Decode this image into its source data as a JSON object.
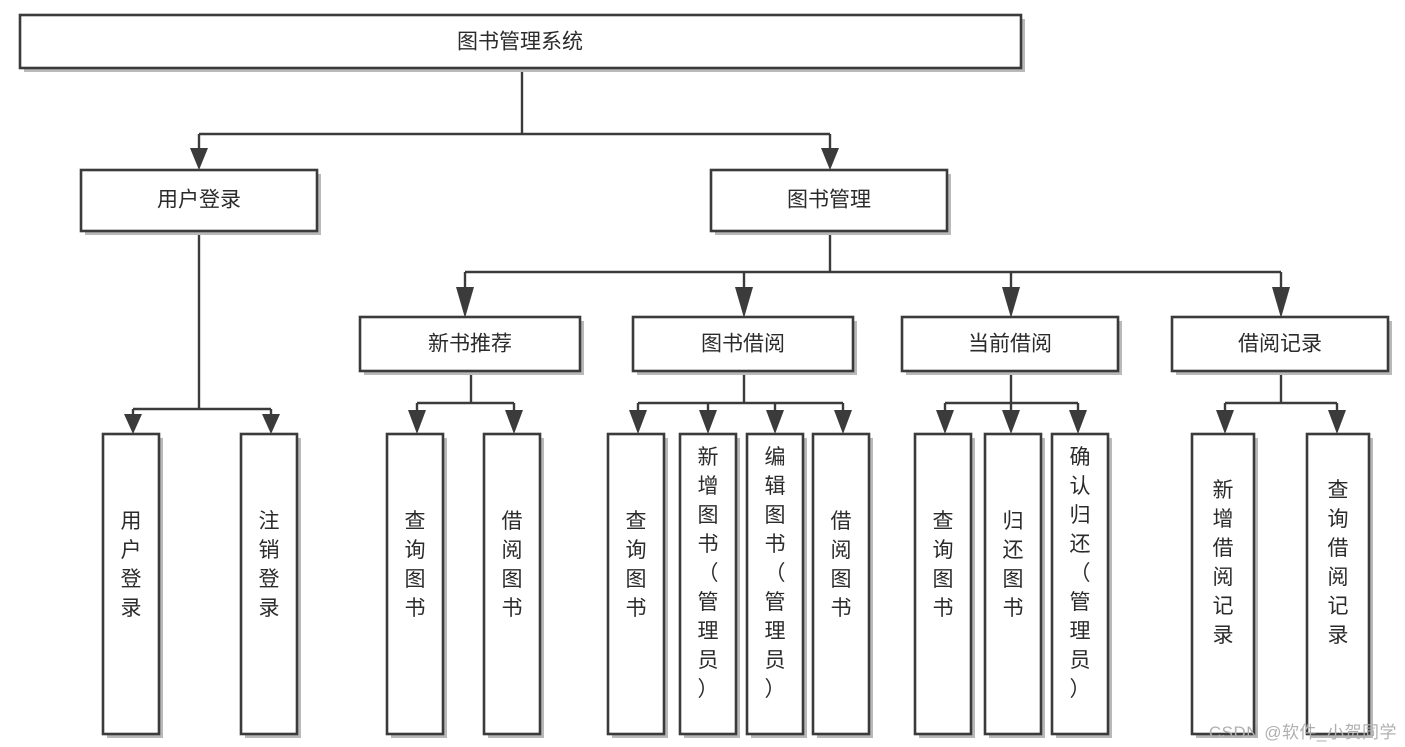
{
  "diagram": {
    "type": "tree",
    "title": "图书管理系统",
    "watermark": "CSDN @软件_小贺同学",
    "colors": {
      "background": "#ffffff",
      "box_stroke": "#3b3b3b",
      "box_fill": "#ffffff",
      "text": "#2b2b2b",
      "shadow": "#b9b9b9",
      "watermark": "#b0b0b0"
    },
    "nodes": {
      "root": {
        "label": "图书管理系统",
        "orientation": "horizontal",
        "level": 0
      },
      "user_login": {
        "label": "用户登录",
        "orientation": "horizontal",
        "level": 1
      },
      "book_manage": {
        "label": "图书管理",
        "orientation": "horizontal",
        "level": 1
      },
      "new_book_rec": {
        "label": "新书推荐",
        "orientation": "horizontal",
        "level": 2
      },
      "book_borrow": {
        "label": "图书借阅",
        "orientation": "horizontal",
        "level": 2
      },
      "current_borrow": {
        "label": "当前借阅",
        "orientation": "horizontal",
        "level": 2
      },
      "borrow_record": {
        "label": "借阅记录",
        "orientation": "horizontal",
        "level": 2
      },
      "leaf_user_login": {
        "label": "用户登录",
        "orientation": "vertical",
        "level": 2
      },
      "leaf_logout": {
        "label": "注销登录",
        "orientation": "vertical",
        "level": 2
      },
      "leaf_query_book_1": {
        "label": "查询图书",
        "orientation": "vertical",
        "level": 3
      },
      "leaf_borrow_book_1": {
        "label": "借阅图书",
        "orientation": "vertical",
        "level": 3
      },
      "leaf_query_book_2": {
        "label": "查询图书",
        "orientation": "vertical",
        "level": 3
      },
      "leaf_add_book": {
        "label": "新增图书（管理员）",
        "orientation": "vertical",
        "level": 3
      },
      "leaf_edit_book": {
        "label": "编辑图书（管理员）",
        "orientation": "vertical",
        "level": 3
      },
      "leaf_borrow_book_2": {
        "label": "借阅图书",
        "orientation": "vertical",
        "level": 3
      },
      "leaf_query_book_3": {
        "label": "查询图书",
        "orientation": "vertical",
        "level": 3
      },
      "leaf_return_book": {
        "label": "归还图书",
        "orientation": "vertical",
        "level": 3
      },
      "leaf_confirm_return": {
        "label": "确认归还（管理员）",
        "orientation": "vertical",
        "level": 3
      },
      "leaf_add_record": {
        "label": "新增借阅记录",
        "orientation": "vertical",
        "level": 3
      },
      "leaf_query_record": {
        "label": "查询借阅记录",
        "orientation": "vertical",
        "level": 3
      }
    },
    "edges": [
      {
        "from": "root",
        "to": "user_login"
      },
      {
        "from": "root",
        "to": "book_manage"
      },
      {
        "from": "user_login",
        "to": "leaf_user_login"
      },
      {
        "from": "user_login",
        "to": "leaf_logout"
      },
      {
        "from": "book_manage",
        "to": "new_book_rec"
      },
      {
        "from": "book_manage",
        "to": "book_borrow"
      },
      {
        "from": "book_manage",
        "to": "current_borrow"
      },
      {
        "from": "book_manage",
        "to": "borrow_record"
      },
      {
        "from": "new_book_rec",
        "to": "leaf_query_book_1"
      },
      {
        "from": "new_book_rec",
        "to": "leaf_borrow_book_1"
      },
      {
        "from": "book_borrow",
        "to": "leaf_query_book_2"
      },
      {
        "from": "book_borrow",
        "to": "leaf_add_book"
      },
      {
        "from": "book_borrow",
        "to": "leaf_edit_book"
      },
      {
        "from": "book_borrow",
        "to": "leaf_borrow_book_2"
      },
      {
        "from": "current_borrow",
        "to": "leaf_query_book_3"
      },
      {
        "from": "current_borrow",
        "to": "leaf_return_book"
      },
      {
        "from": "current_borrow",
        "to": "leaf_confirm_return"
      },
      {
        "from": "borrow_record",
        "to": "leaf_add_record"
      },
      {
        "from": "borrow_record",
        "to": "leaf_query_record"
      }
    ]
  }
}
